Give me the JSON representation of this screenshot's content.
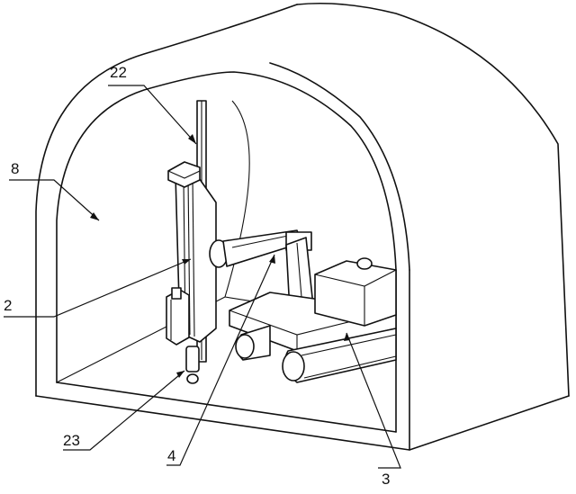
{
  "labels": {
    "l22": "22",
    "l8": "8",
    "l2": "2",
    "l23": "23",
    "l4": "4",
    "l3": "3"
  }
}
